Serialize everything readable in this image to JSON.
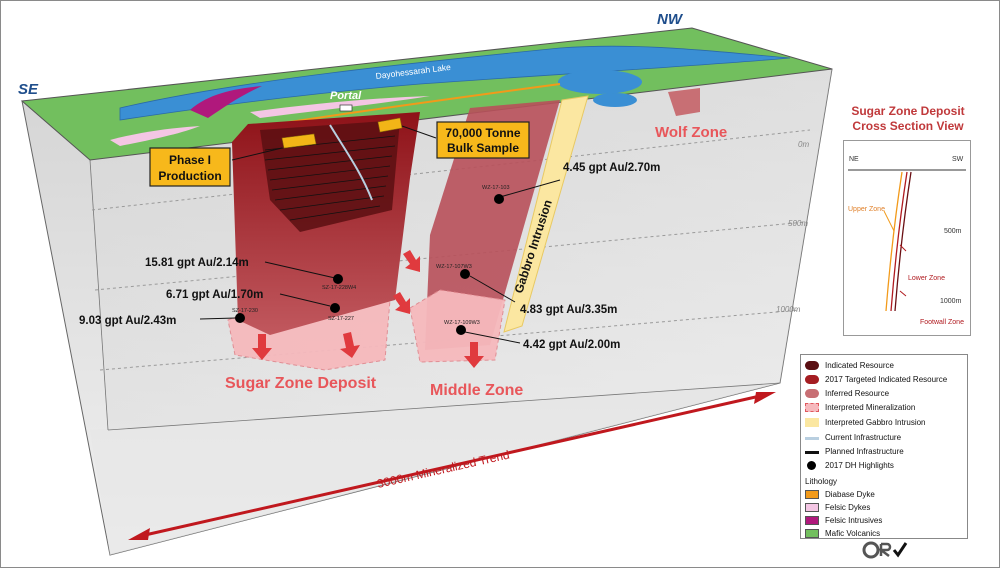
{
  "compass": {
    "se": "SE",
    "nw": "NW"
  },
  "lake": "Dayohessarah Lake",
  "portal": "Portal",
  "callouts": {
    "phase1_line1": "Phase I",
    "phase1_line2": "Production",
    "bulk_line1": "70,000 Tonne",
    "bulk_line2": "Bulk Sample"
  },
  "zones": {
    "wolf": "Wolf Zone",
    "sugar": "Sugar Zone Deposit",
    "middle": "Middle Zone",
    "gabbro": "Gabbro Intrusion"
  },
  "depths": {
    "d0": "0m",
    "d500": "500m",
    "d1000": "1000m"
  },
  "drillholes": [
    {
      "id": "WZ-17-103",
      "result": "4.45 gpt Au/2.70m"
    },
    {
      "id": "SZ-17-228W4",
      "result": "15.81 gpt Au/2.14m"
    },
    {
      "id": "SZ-17-227",
      "result": "6.71 gpt Au/1.70m"
    },
    {
      "id": "SZ-17-230",
      "result": "9.03 gpt Au/2.43m"
    },
    {
      "id": "WZ-17-107W3",
      "result": "4.83 gpt Au/3.35m"
    },
    {
      "id": "WZ-17-109W3",
      "result": "4.42 gpt Au/2.00m"
    }
  ],
  "trend": "3000m Mineralized Trend",
  "inset": {
    "title_line1": "Sugar Zone Deposit",
    "title_line2": "Cross Section View",
    "ne": "NE",
    "sw": "SW",
    "upper": "Upper Zone",
    "lower": "Lower Zone",
    "footwall": "Footwall Zone",
    "d500": "500m",
    "d1000": "1000m"
  },
  "legend": {
    "items": [
      {
        "label": "Indicated Resource",
        "color": "#5a0f12"
      },
      {
        "label": "2017 Targeted Indicated Resource",
        "color": "#a51d22"
      },
      {
        "label": "Inferred Resource",
        "color": "#c86f74"
      },
      {
        "label": "Interpreted Mineralization",
        "color": "#f6b9bd"
      },
      {
        "label": "Interpreted Gabbro Intrusion",
        "color": "#fbe7a1"
      },
      {
        "label": "Current Infrastructure",
        "color": "#b9cfe0"
      },
      {
        "label": "Planned Infrastructure",
        "color": "#111111"
      },
      {
        "label": "2017 DH Highlights",
        "color": "#000000"
      }
    ],
    "lithology_title": "Lithology",
    "lithology": [
      {
        "label": "Diabase Dyke",
        "color": "#f29a1a"
      },
      {
        "label": "Felsic Dykes",
        "color": "#f4c6e4"
      },
      {
        "label": "Felsic Intrusives",
        "color": "#b0187c"
      },
      {
        "label": "Mafic Volcanics",
        "color": "#72bf5e"
      }
    ]
  },
  "logo": "OR"
}
